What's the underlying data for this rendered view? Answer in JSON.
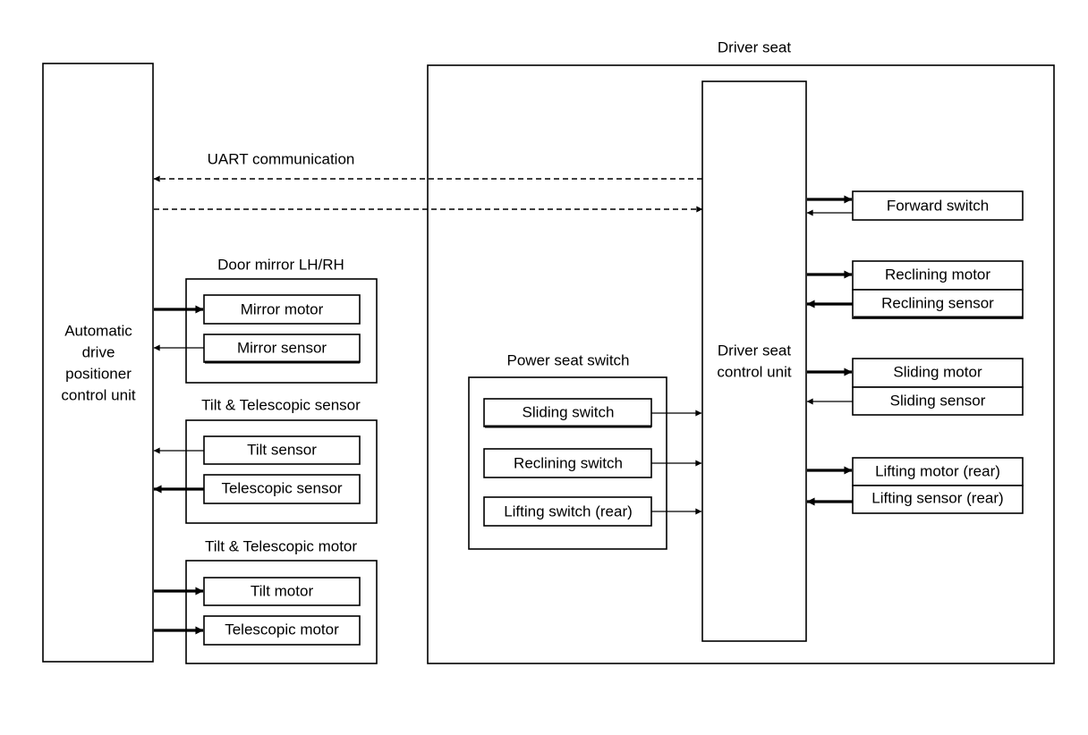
{
  "adp_unit": {
    "lines": [
      "Automatic",
      "drive",
      "positioner",
      "control unit"
    ]
  },
  "uart_label": "UART communication",
  "door_mirror": {
    "title": "Door mirror LH/RH",
    "motor": "Mirror motor",
    "sensor": "Mirror sensor"
  },
  "tilt_tele_sensor": {
    "title": "Tilt & Telescopic sensor",
    "tilt": "Tilt sensor",
    "tele": "Telescopic sensor"
  },
  "tilt_tele_motor": {
    "title": "Tilt & Telescopic motor",
    "tilt": "Tilt motor",
    "tele": "Telescopic motor"
  },
  "driver_seat": {
    "title": "Driver seat"
  },
  "power_seat_switch": {
    "title": "Power seat switch",
    "sliding": "Sliding switch",
    "reclining": "Reclining switch",
    "lifting": "Lifting switch (rear)"
  },
  "dsc_unit": {
    "lines": [
      "Driver seat",
      "control unit"
    ]
  },
  "right_devices": {
    "forward_switch": "Forward switch",
    "reclining_motor": "Reclining motor",
    "reclining_sensor": "Reclining sensor",
    "sliding_motor": "Sliding motor",
    "sliding_sensor": "Sliding sensor",
    "lifting_motor": "Lifting motor (rear)",
    "lifting_sensor": "Lifting sensor (rear)"
  }
}
